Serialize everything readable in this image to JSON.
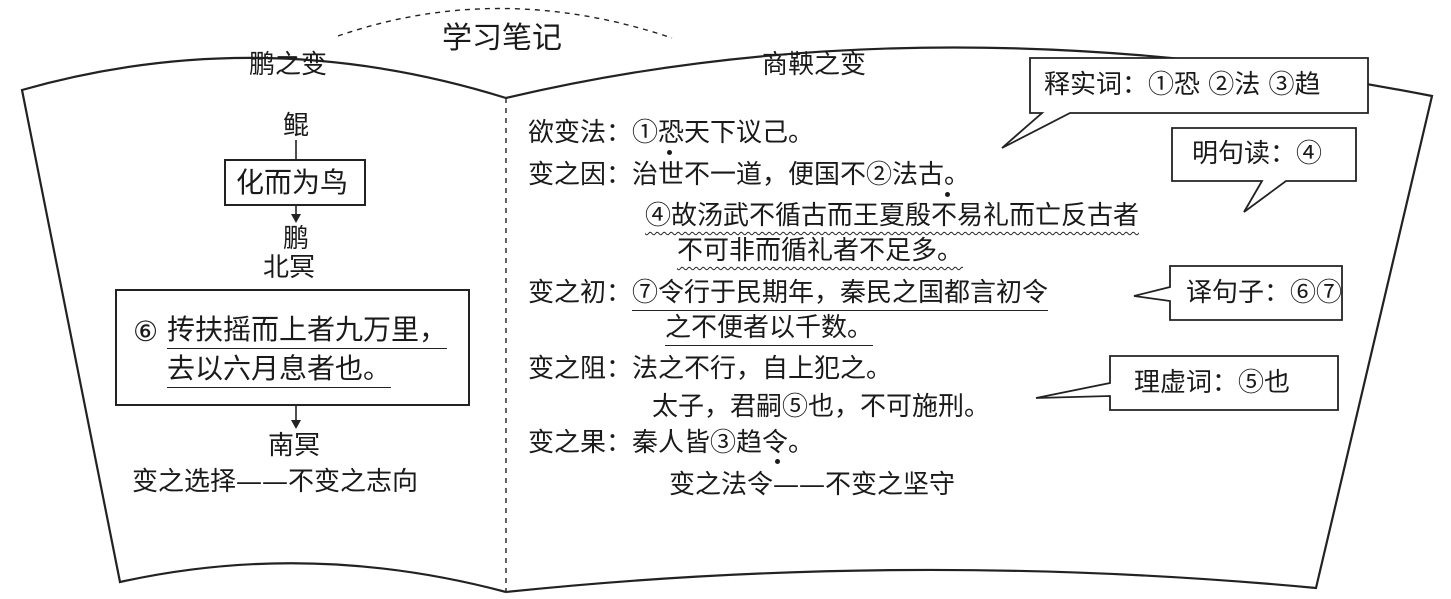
{
  "title": "学习笔记",
  "left": {
    "heading": "鹏之变",
    "kun": "鲲",
    "transform": "化而为鸟",
    "peng": "鹏",
    "beiming": "北冥",
    "quote_num": "⑥",
    "quote_line1": "抟扶摇而上者九万里，",
    "quote_line2": "去以六月息者也。",
    "nanming": "南冥",
    "summary": "变之选择——不变之志向"
  },
  "right": {
    "heading": "商鞅之变",
    "rows": [
      {
        "label": "欲变法：",
        "text": "①恐天下议己。"
      },
      {
        "label": "变之因：",
        "text": "治世不一道，便国不②法古。"
      },
      {
        "label": "",
        "text": "④故汤武不循古而王夏殷不易礼而亡反古者"
      },
      {
        "label": "",
        "text": "不可非而循礼者不足多。"
      },
      {
        "label": "变之初：",
        "text": "⑦令行于民期年，秦民之国都言初令"
      },
      {
        "label": "",
        "text": "之不便者以千数。"
      },
      {
        "label": "变之阻：",
        "text": "法之不行，自上犯之。"
      },
      {
        "label": "",
        "text": "太子，君嗣⑤也，不可施刑。"
      },
      {
        "label": "变之果：",
        "text": "秦人皆③趋令。"
      }
    ],
    "summary": "变之法令——不变之坚守"
  },
  "callouts": {
    "shici": "释实词：①恐 ②法 ③趋",
    "mingju": "明句读：④",
    "yiju": "译句子：⑥⑦",
    "lixu": "理虚词：⑤也"
  }
}
